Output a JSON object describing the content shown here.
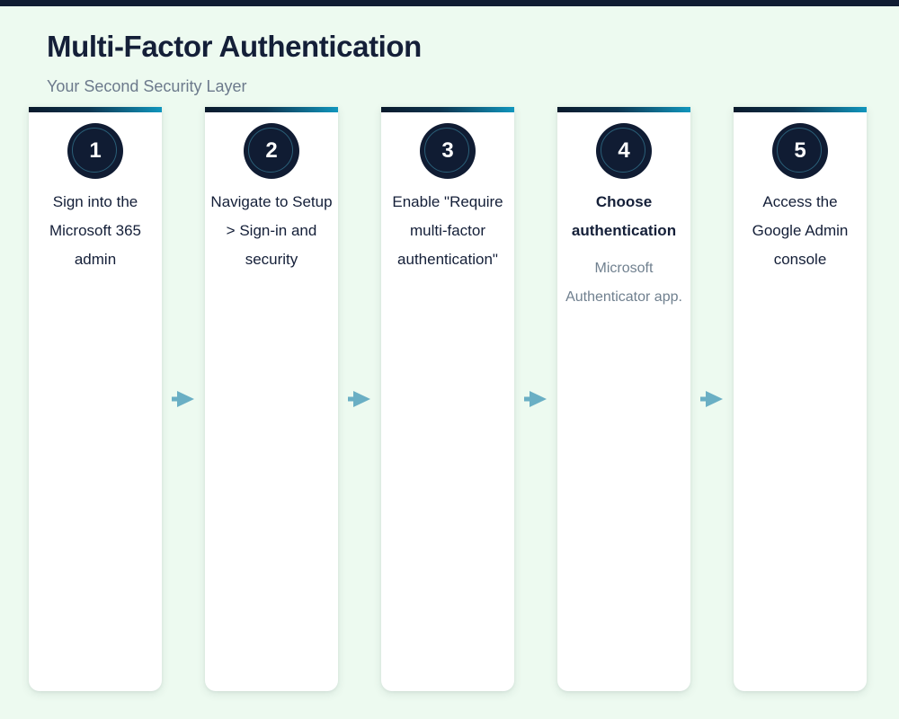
{
  "page": {
    "background_color": "#edfaf0",
    "top_accent_color": "#101c33"
  },
  "header": {
    "title": "Multi-Factor Authentication",
    "subtitle": "Your Second Security Layer",
    "title_color": "#141f38",
    "subtitle_color": "#6c7a8c"
  },
  "flow": {
    "arrow_icon": "arrow-right-icon",
    "arrow_color": "#6aafc4",
    "card_accent_gradient_from": "#0a1a2c",
    "card_accent_gradient_to": "#1196bd",
    "badge_fill_color": "#101c33",
    "badge_ring_color": "#2a5f78",
    "steps": [
      {
        "number": "1",
        "title": "Sign into the Microsoft 365 admin",
        "description": "",
        "emphasis": false
      },
      {
        "number": "2",
        "title": "Navigate to Setup > Sign-in and security",
        "description": "",
        "emphasis": false
      },
      {
        "number": "3",
        "title": "Enable \"Require multi-factor authentication\"",
        "description": "",
        "emphasis": false
      },
      {
        "number": "4",
        "title": "Choose authentication",
        "description": "Microsoft Authenticator app.",
        "emphasis": true
      },
      {
        "number": "5",
        "title": "Access the Google Admin console",
        "description": "",
        "emphasis": false
      }
    ]
  }
}
